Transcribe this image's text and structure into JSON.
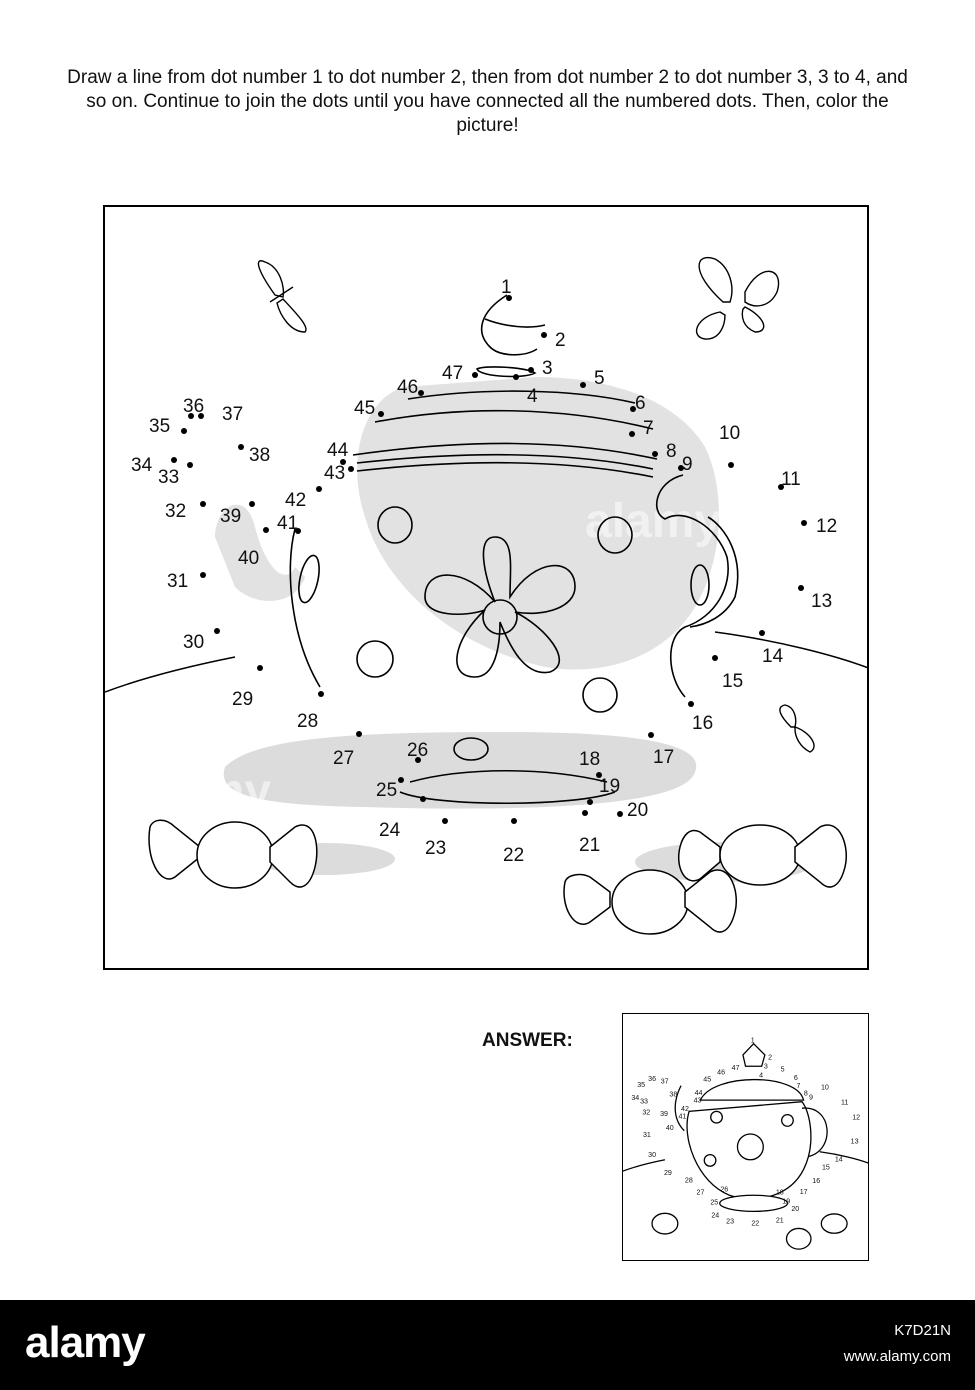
{
  "instructions": "Draw a line from dot number 1 to dot number 2, then from dot number 2 to dot number 3, 3 to 4, and so on. Continue to join the dots until you have connected all the numbered dots. Then, color the picture!",
  "answer_label": "ANSWER:",
  "watermark": "alamy",
  "footer": {
    "brand": "alamy",
    "image_id": "K7D21N",
    "site": "www.alamy.com"
  },
  "colors": {
    "line": "#000000",
    "shadow": "#d9d9d9",
    "footer_bg": "#000000"
  },
  "dot_count": 47
}
